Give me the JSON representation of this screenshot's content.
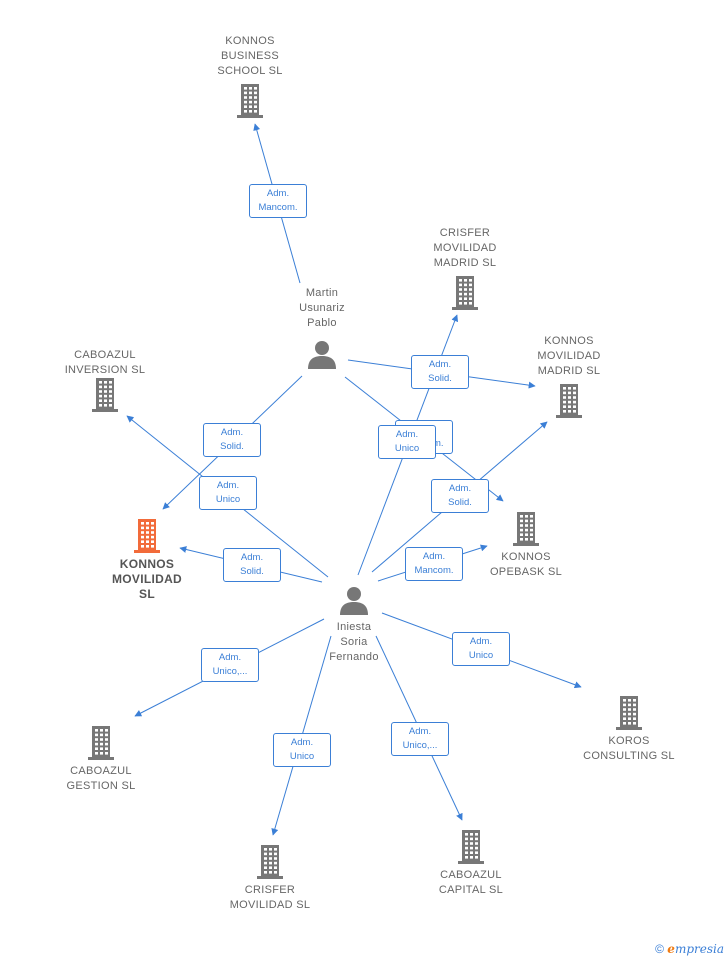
{
  "colors": {
    "edge": "#3b7fd6",
    "node": "#777777",
    "highlight": "#f26b3a"
  },
  "nodes": [
    {
      "id": "kbs",
      "type": "company",
      "label": "KONNOS\nBUSINESS\nSCHOOL  SL"
    },
    {
      "id": "crisfer_madrid",
      "type": "company",
      "label": "CRISFER\nMOVILIDAD\nMADRID  SL"
    },
    {
      "id": "konnos_mov_madrid",
      "type": "company",
      "label": "KONNOS\nMOVILIDAD\nMADRID  SL"
    },
    {
      "id": "caboazul_inversion",
      "type": "company",
      "label": "CABOAZUL\nINVERSION  SL"
    },
    {
      "id": "konnos_movilidad",
      "type": "company",
      "label": "KONNOS\nMOVILIDAD\nSL",
      "highlight": true
    },
    {
      "id": "konnos_opebask",
      "type": "company",
      "label": "KONNOS\nOPEBASK  SL"
    },
    {
      "id": "koros",
      "type": "company",
      "label": "KOROS\nCONSULTING SL"
    },
    {
      "id": "caboazul_gestion",
      "type": "company",
      "label": "CABOAZUL\nGESTION  SL"
    },
    {
      "id": "crisfer_movilidad",
      "type": "company",
      "label": "CRISFER\nMOVILIDAD  SL"
    },
    {
      "id": "caboazul_capital",
      "type": "company",
      "label": "CABOAZUL\nCAPITAL  SL"
    },
    {
      "id": "martin",
      "type": "person",
      "label": "Martin\nUsunariz\nPablo"
    },
    {
      "id": "iniesta",
      "type": "person",
      "label": "Iniesta\nSoria\nFernando"
    }
  ],
  "edges": [
    {
      "from": "martin",
      "to": "kbs",
      "label": "Adm.\nMancom."
    },
    {
      "from": "martin",
      "to": "konnos_mov_madrid",
      "label": "Adm.\nSolid."
    },
    {
      "from": "martin",
      "to": "konnos_movilidad",
      "label": "Adm.\nSolid."
    },
    {
      "from": "martin",
      "to": "konnos_opebask",
      "label": "Adm.\nMancom."
    },
    {
      "from": "iniesta",
      "to": "crisfer_madrid",
      "label": "Adm.\nUnico"
    },
    {
      "from": "iniesta",
      "to": "konnos_mov_madrid",
      "label": "Adm.\nSolid."
    },
    {
      "from": "iniesta",
      "to": "caboazul_inversion",
      "label": "Adm.\nUnico"
    },
    {
      "from": "iniesta",
      "to": "konnos_movilidad",
      "label": "Adm.\nSolid."
    },
    {
      "from": "iniesta",
      "to": "konnos_opebask",
      "label": "Adm.\nMancom."
    },
    {
      "from": "iniesta",
      "to": "koros",
      "label": "Adm.\nUnico"
    },
    {
      "from": "iniesta",
      "to": "caboazul_gestion",
      "label": "Adm.\nUnico,..."
    },
    {
      "from": "iniesta",
      "to": "crisfer_movilidad",
      "label": "Adm.\nUnico"
    },
    {
      "from": "iniesta",
      "to": "caboazul_capital",
      "label": "Adm.\nUnico,..."
    }
  ],
  "footer": {
    "copyright": "©",
    "brand_initial": "e",
    "brand_rest": "mpresia"
  }
}
